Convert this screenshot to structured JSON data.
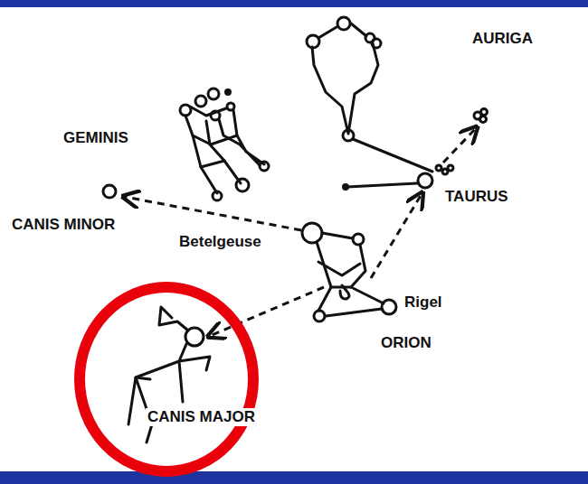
{
  "diagram": {
    "nodes": [
      {
        "text": [
          "CANIS MAJOR"
        ]
      }
    ],
    "labels": [
      "AURIGA",
      "GEMINIS",
      "TAURUS",
      "CANIS MINOR",
      "Betelgeuse",
      "Rigel",
      "ORION"
    ]
  }
}
